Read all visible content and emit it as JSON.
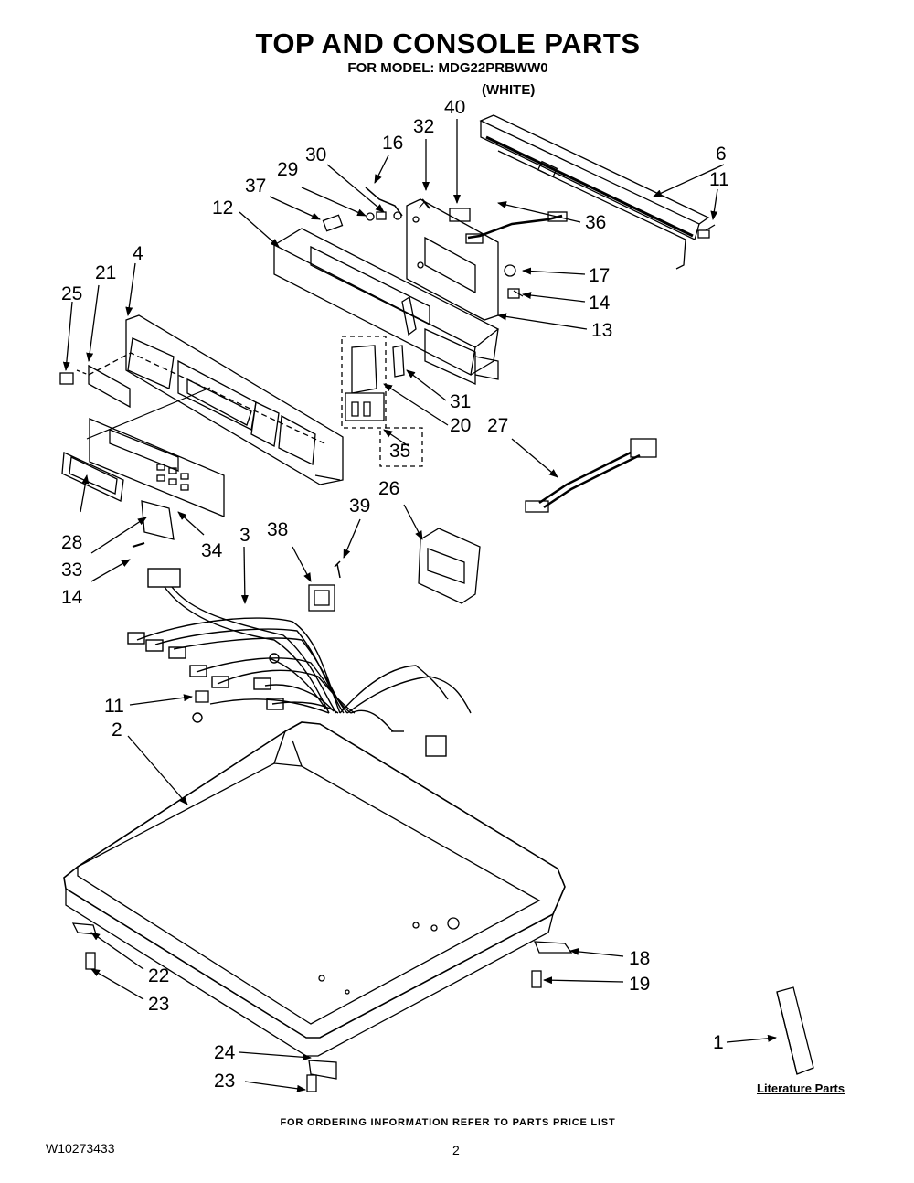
{
  "title": "TOP AND CONSOLE PARTS",
  "subtitle": "FOR MODEL: MDG22PRBWW0",
  "color_note": "(WHITE)",
  "callouts": [
    "40",
    "32",
    "16",
    "30",
    "29",
    "37",
    "12",
    "6",
    "11",
    "4",
    "21",
    "25",
    "36",
    "17",
    "14",
    "13",
    "31",
    "20",
    "35",
    "27",
    "26",
    "39",
    "3",
    "38",
    "28",
    "33",
    "34",
    "14",
    "11",
    "2",
    "18",
    "19",
    "22",
    "23",
    "24",
    "23",
    "1"
  ],
  "literature_label": "Literature Parts",
  "footer": "FOR ORDERING INFORMATION REFER TO PARTS PRICE LIST",
  "doc_number": "W10273433",
  "page_number": "2"
}
